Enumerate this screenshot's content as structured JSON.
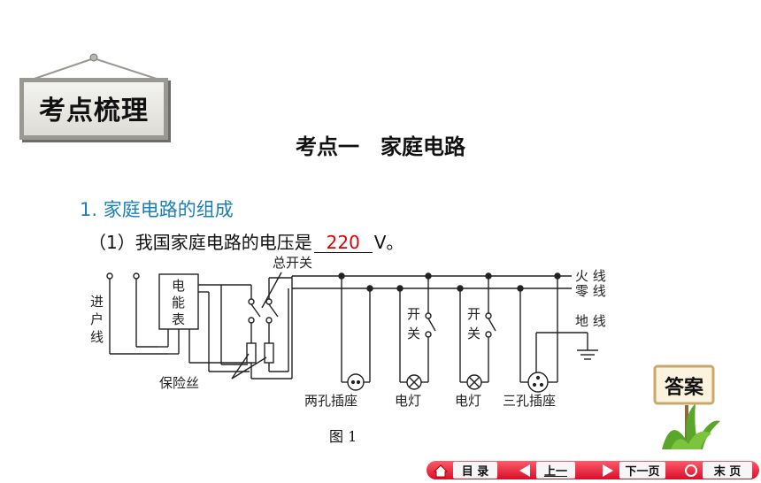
{
  "sign": {
    "label": "考点梳理"
  },
  "section_title": "考点一　家庭电路",
  "item_title": "1. 家庭电路的组成",
  "question": {
    "prefix": "（1）我国家庭电路的电压是",
    "answer": "220",
    "suffix": "V。"
  },
  "figure": {
    "labels": {
      "incoming": [
        "进",
        "户",
        "线"
      ],
      "meter": [
        "电",
        "能",
        "表"
      ],
      "main_switch": "总开关",
      "fuse": "保险丝",
      "live": "火 线",
      "neutral": "零 线",
      "ground": "地 线",
      "switch1": [
        "开",
        "关"
      ],
      "switch2": [
        "开",
        "关"
      ],
      "two_hole": "两孔插座",
      "lamp1": "电灯",
      "lamp2": "电灯",
      "three_hole": "三孔插座"
    },
    "caption": "图 1"
  },
  "answer_button": "答案",
  "nav": {
    "menu": "目 录",
    "prev": "上一",
    "next": "下一页",
    "last": "末 页"
  },
  "colors": {
    "title_blue": "#1a7fb8",
    "answer_red": "#e00000",
    "nav_red": "#d3102a"
  }
}
